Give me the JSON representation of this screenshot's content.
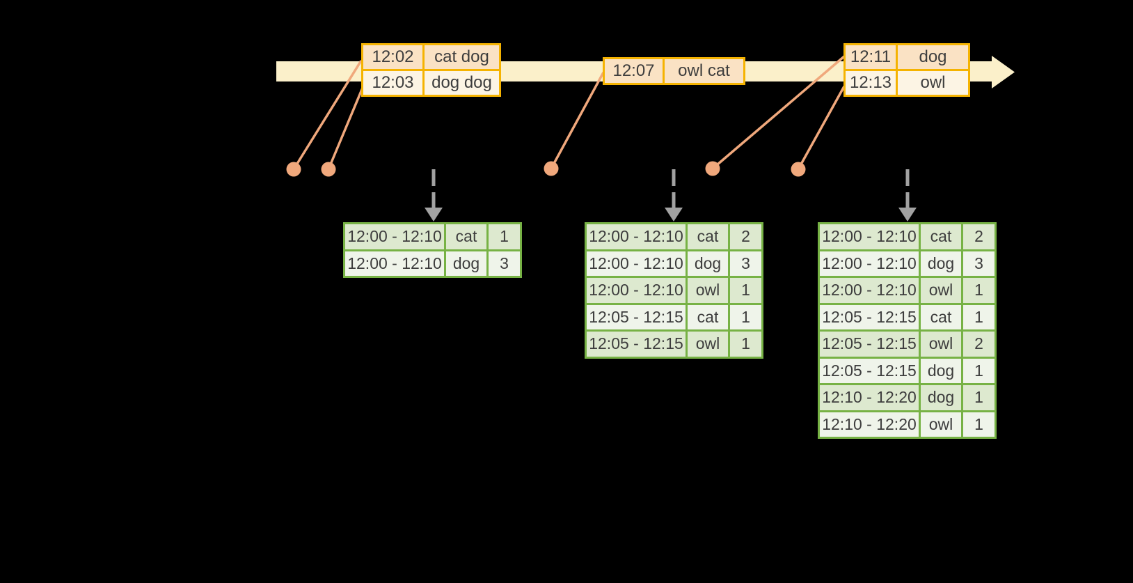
{
  "diagram": {
    "description": "Windowed word-count streaming diagram: timed input events on a timeline feed windowed count result tables",
    "background_color": "#000000"
  },
  "colors": {
    "timeline_band": "#FBF0CA",
    "event_box_border": "#F5B301",
    "event_row_peach": "#FAE2C4",
    "event_row_cream": "#FCF4E4",
    "event_dot": "#F0A87C",
    "result_table_border": "#77B245",
    "result_row_dark": "#DDE9CF",
    "result_row_light": "#EFF4EA",
    "trigger_arrow": "#A2A2A2",
    "text": "#3D3D3D"
  },
  "icons": {
    "timeline_arrow": "right-arrow",
    "trigger_arrow": "dashed-down-arrow",
    "event_dot": "filled-circle"
  },
  "event_boxes": [
    {
      "name": "input-batch-1",
      "rows": [
        {
          "time": "12:02",
          "words": "cat dog"
        },
        {
          "time": "12:03",
          "words": "dog dog"
        }
      ]
    },
    {
      "name": "input-batch-2",
      "rows": [
        {
          "time": "12:07",
          "words": "owl cat"
        }
      ]
    },
    {
      "name": "input-batch-3",
      "rows": [
        {
          "time": "12:11",
          "words": "dog"
        },
        {
          "time": "12:13",
          "words": "owl"
        }
      ]
    }
  ],
  "result_tables": [
    {
      "name": "result-table-1",
      "rows": [
        {
          "window": "12:00 - 12:10",
          "word": "cat",
          "count": "1"
        },
        {
          "window": "12:00 - 12:10",
          "word": "dog",
          "count": "3"
        }
      ]
    },
    {
      "name": "result-table-2",
      "rows": [
        {
          "window": "12:00 - 12:10",
          "word": "cat",
          "count": "2"
        },
        {
          "window": "12:00 - 12:10",
          "word": "dog",
          "count": "3"
        },
        {
          "window": "12:00 - 12:10",
          "word": "owl",
          "count": "1"
        },
        {
          "window": "12:05 - 12:15",
          "word": "cat",
          "count": "1"
        },
        {
          "window": "12:05 - 12:15",
          "word": "owl",
          "count": "1"
        }
      ]
    },
    {
      "name": "result-table-3",
      "rows": [
        {
          "window": "12:00 - 12:10",
          "word": "cat",
          "count": "2"
        },
        {
          "window": "12:00 - 12:10",
          "word": "dog",
          "count": "3"
        },
        {
          "window": "12:00 - 12:10",
          "word": "owl",
          "count": "1"
        },
        {
          "window": "12:05 - 12:15",
          "word": "cat",
          "count": "1"
        },
        {
          "window": "12:05 - 12:15",
          "word": "owl",
          "count": "2"
        },
        {
          "window": "12:05 - 12:15",
          "word": "dog",
          "count": "1"
        },
        {
          "window": "12:10 - 12:20",
          "word": "dog",
          "count": "1"
        },
        {
          "window": "12:10 - 12:20",
          "word": "owl",
          "count": "1"
        }
      ]
    }
  ]
}
